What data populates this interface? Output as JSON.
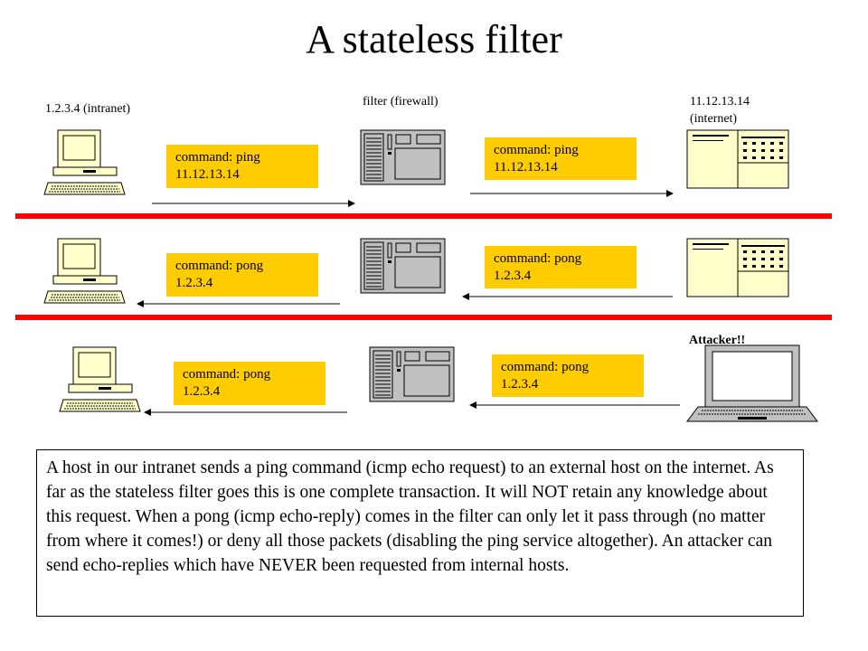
{
  "title": "A stateless filter",
  "labels": {
    "intranet_host": "1.2.3.4 (intranet)",
    "filter": "filter (firewall)",
    "internet_host_line1": "11.12.13.14",
    "internet_host_line2": "(internet)",
    "attacker": "Attacker!!"
  },
  "rows": [
    {
      "left_msg": {
        "line1": "command: ping",
        "line2": "11.12.13.14"
      },
      "right_msg": {
        "line1": "command: ping",
        "line2": "11.12.13.14"
      }
    },
    {
      "left_msg": {
        "line1": "command: pong",
        "line2": "1.2.3.4"
      },
      "right_msg": {
        "line1": "command: pong",
        "line2": "1.2.3.4"
      }
    },
    {
      "left_msg": {
        "line1": "command: pong",
        "line2": "1.2.3.4"
      },
      "right_msg": {
        "line1": "command: pong",
        "line2": "1.2.3.4"
      }
    }
  ],
  "description": "A host in our intranet sends a ping command (icmp echo request) to an external host on the internet. As far as the stateless filter goes this is one complete transaction. It will NOT retain any knowledge about this request. When a pong (icmp echo-reply) comes in the filter can only let it pass through (no matter from where it comes!) or deny all those packets (disabling the ping service altogether). An attacker can send echo-replies which have NEVER been requested from internal hosts.",
  "colors": {
    "message_box": "#ffcc00",
    "separator": "#ff0000",
    "monitor": "#ffffcc",
    "server": "#c0c0c0"
  },
  "icons": [
    "desktop-computer-icon",
    "firewall-server-icon",
    "internet-server-window-icon",
    "laptop-icon"
  ]
}
